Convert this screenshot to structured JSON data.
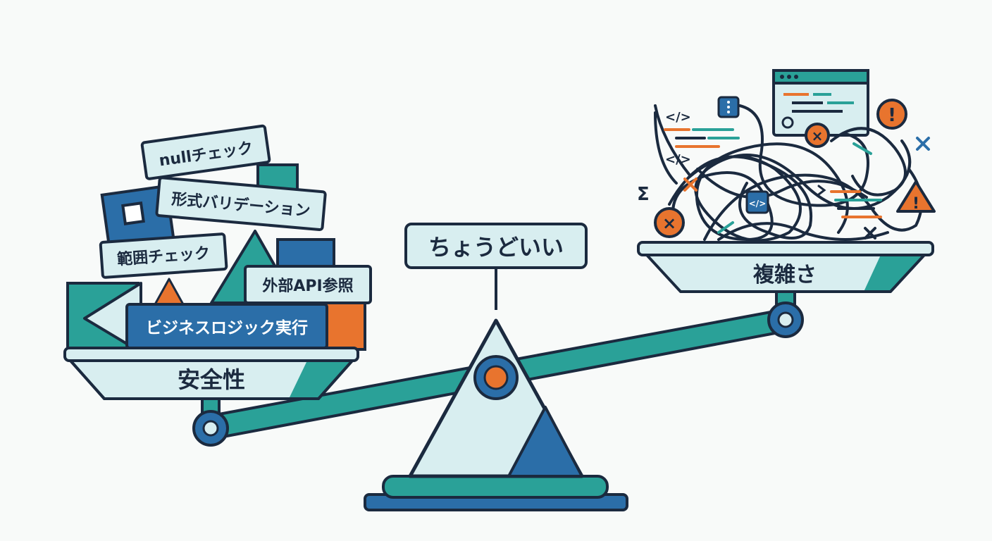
{
  "balance": {
    "fulcrum_label": "ちょうどいい",
    "left_pan_label": "安全性",
    "right_pan_label": "複雑さ"
  },
  "left_stack": {
    "blocks": [
      "nullチェック",
      "形式バリデーション",
      "範囲チェック",
      "外部API参照",
      "ビジネスロジック実行"
    ]
  },
  "right_pile": {
    "code_glyph": "</>",
    "sigma_glyph": "Σ",
    "warning_glyph": "!",
    "error_glyph": "×"
  },
  "colors": {
    "navy": "#1b2a3f",
    "teal": "#2aa198",
    "blue": "#2b6ea8",
    "orange": "#e8742e",
    "pale": "#d8eef0",
    "background": "#f8faf9"
  }
}
